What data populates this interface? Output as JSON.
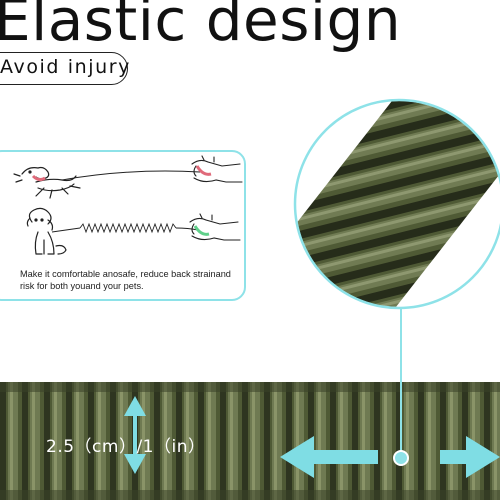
{
  "header": {
    "title": "Elastic design",
    "subtitle": "Avoid injury"
  },
  "panel": {
    "caption_line1": "Make it comfortable anosafe, reduce back strainand",
    "caption_line2": "risk for both youand your pets."
  },
  "measurement": {
    "label": "2.5（cm）/1（in）"
  },
  "colors": {
    "accent": "#7fdde4",
    "webbing": "#4f5a35",
    "webbing_dark": "#2e3520",
    "webbing_light": "#6f7a52",
    "pain_mark": "#e06a7a",
    "relief_mark": "#5fd08a"
  },
  "icons": [
    "pulling-dog-icon",
    "sitting-dog-icon",
    "hand-icon",
    "elastic-spring-icon",
    "double-arrow-icon"
  ]
}
